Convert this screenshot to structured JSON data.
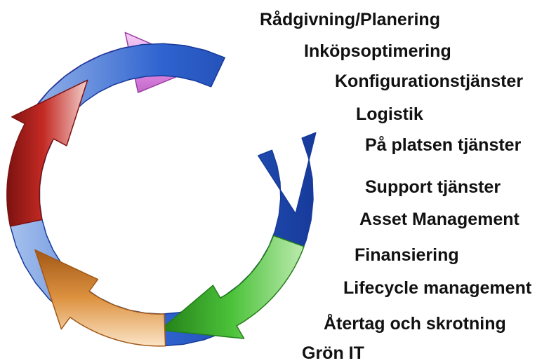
{
  "cycle": {
    "segments": [
      {
        "name": "magenta",
        "colors": [
          "#f6d0f8",
          "#d27bd8",
          "#9c3da4"
        ]
      },
      {
        "name": "blue",
        "colors": [
          "#a9c3ee",
          "#2f63cf",
          "#163a9a"
        ]
      },
      {
        "name": "green",
        "colors": [
          "#bdebb0",
          "#4cc23a",
          "#237f18"
        ]
      },
      {
        "name": "orange",
        "colors": [
          "#fbe4c6",
          "#dd9240",
          "#a25816"
        ]
      },
      {
        "name": "red",
        "colors": [
          "#f2cfcc",
          "#c42a24",
          "#7c1210"
        ]
      }
    ]
  },
  "services": [
    "Rådgivning/Planering",
    "Inköpsoptimering",
    "Konfigurationstjänster",
    "Logistik",
    "På platsen tjänster",
    "Support tjänster",
    "Asset Management",
    "Finansiering",
    "Lifecycle management",
    "Återtag och skrotning",
    "Grön IT"
  ]
}
